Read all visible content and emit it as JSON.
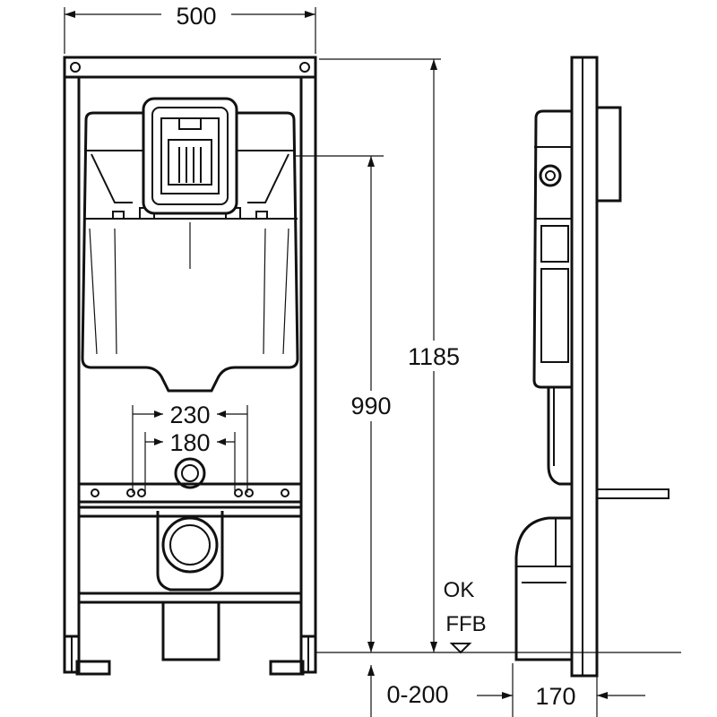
{
  "dimensions": {
    "width": "500",
    "height_total": "1185",
    "height_tank": "990",
    "spacing_outer": "230",
    "spacing_inner": "180",
    "floor_adjust": "0-200",
    "depth": "170"
  },
  "floor_marker": {
    "line1": "OK",
    "line2": "FFB"
  }
}
